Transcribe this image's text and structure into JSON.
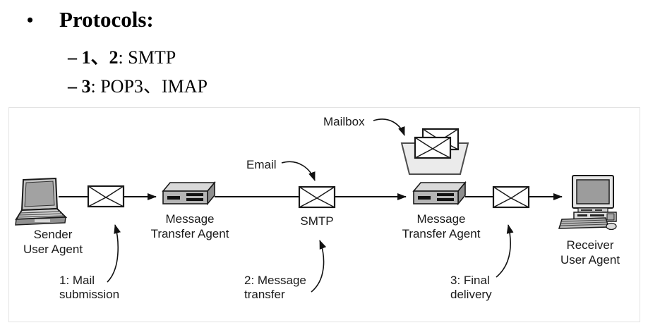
{
  "slide": {
    "bullet": "•",
    "title": "Protocols:",
    "items": [
      {
        "marker": "– ",
        "bold": "1、2",
        "rest": ": SMTP"
      },
      {
        "marker": "– ",
        "bold": "3",
        "rest": ": POP3、IMAP"
      }
    ]
  },
  "diagram": {
    "labels": {
      "sender": "Sender\nUser Agent",
      "mta1": "Message\nTransfer Agent",
      "smtp": "SMTP",
      "email": "Email",
      "mailbox": "Mailbox",
      "mta2": "Message\nTransfer Agent",
      "receiver": "Receiver\nUser Agent",
      "step1": "1: Mail\nsubmission",
      "step2": "2: Message\ntransfer",
      "step3": "3: Final\ndelivery"
    },
    "icons": {
      "sender_device": "laptop-icon",
      "message": "envelope-icon",
      "transfer_agent": "server-icon",
      "mailbox_store": "mailbox-tray-icon",
      "receiver_device": "desktop-computer-icon"
    },
    "colors": {
      "text": "#1a1a1a",
      "line": "#111111",
      "icon_front": "#b5b5b5",
      "icon_top": "#d9d9d9",
      "icon_side": "#8f8f8f",
      "screen_gray": "#9e9e9e",
      "tray_fill": "#ebebeb",
      "background": "#ffffff"
    }
  }
}
